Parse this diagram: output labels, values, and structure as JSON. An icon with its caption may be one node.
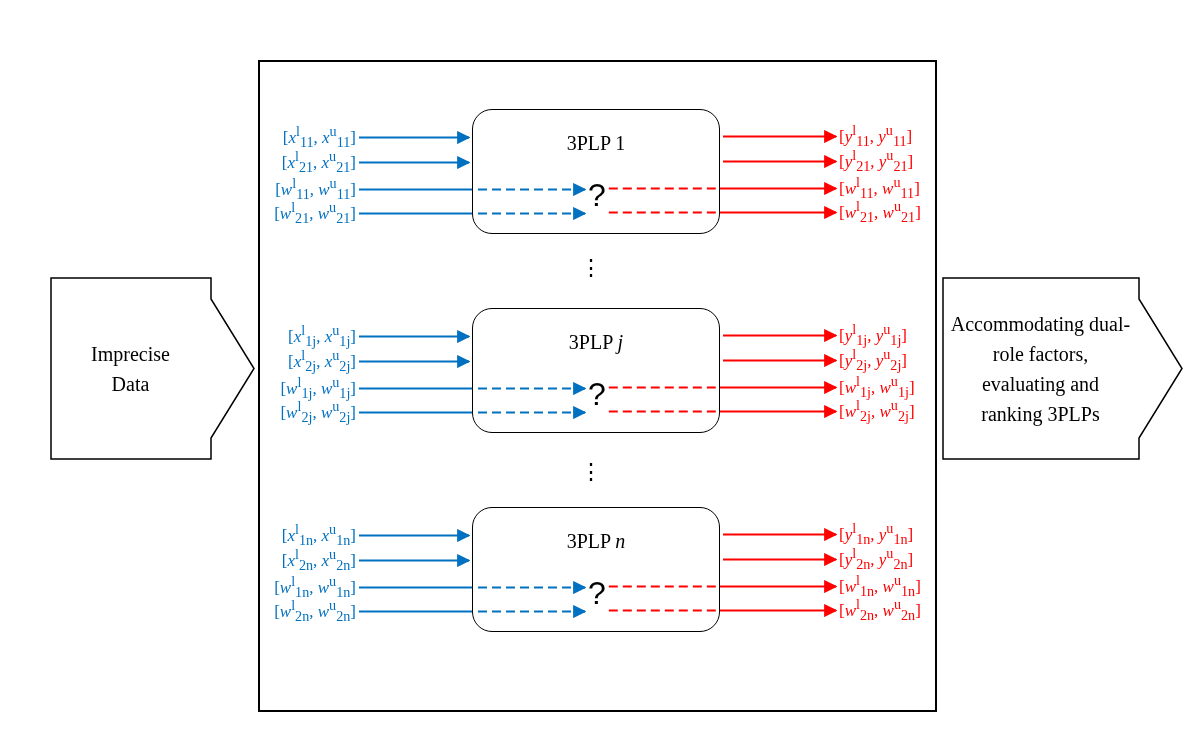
{
  "diagram": {
    "nodes": [
      {
        "text": [
          "Imprecise Data"
        ]
      },
      {
        "text": [],
        "shape": "box"
      },
      {
        "text": [
          "3PLP 1"
        ],
        "in": 1
      },
      {
        "text": [
          "?"
        ],
        "in": 2
      },
      {
        "text": [
          "[*x*$^{l}$$_{11}$, *x*$^{u}$$_{11}$]"
        ],
        "in": 1
      },
      {
        "text": [
          "[*x*$^{l}$$_{21}$, *x*$^{u}$$_{21}$]"
        ],
        "in": 1
      },
      {
        "text": [
          "[*w*$^{l}$$_{11}$, *w*$^{u}$$_{11}$]"
        ],
        "in": 1
      },
      {
        "text": [
          "[*w*$^{l}$$_{21}$, *w*$^{u}$$_{21}$]"
        ],
        "in": 1
      },
      {
        "text": [
          "[*y*$^{l}$$_{11}$, *y*$^{u}$$_{11}$]"
        ],
        "in": 1
      },
      {
        "text": [
          "[*y*$^{l}$$_{21}$, *y*$^{u}$$_{21}$]"
        ],
        "in": 1
      },
      {
        "text": [
          "[*w*$^{l}$$_{11}$, *w*$^{u}$$_{11}$]"
        ],
        "in": 1
      },
      {
        "text": [
          "[*w*$^{l}$$_{21}$, *w*$^{u}$$_{21}$]"
        ],
        "in": 1
      },
      {
        "text": [
          "3PLP *j*"
        ],
        "in": 1
      },
      {
        "text": [
          "?"
        ],
        "in": 12
      },
      {
        "text": [
          "[*x*$^{l}$$_{1j}$, *x*$^{u}$$_{1j}$]"
        ],
        "in": 1
      },
      {
        "text": [
          "[*x*$^{l}$$_{2j}$, *x*$^{u}$$_{2j}$]"
        ],
        "in": 1
      },
      {
        "text": [
          "[*w*$^{l}$$_{1j}$, *w*$^{u}$$_{1j}$]"
        ],
        "in": 1
      },
      {
        "text": [
          "[*w*$^{l}$$_{2j}$, *w*$^{u}$$_{2j}$]"
        ],
        "in": 1
      },
      {
        "text": [
          "[*y*$^{l}$$_{1j}$, *y*$^{u}$$_{1j}$]"
        ],
        "in": 1
      },
      {
        "text": [
          "[*y*$^{l}$$_{2j}$, *y*$^{u}$$_{2j}$]"
        ],
        "in": 1
      },
      {
        "text": [
          "[*w*$^{l}$$_{1j}$, *w*$^{u}$$_{1j}$]"
        ],
        "in": 1
      },
      {
        "text": [
          "[*w*$^{l}$$_{2j}$, *w*$^{u}$$_{2j}$]"
        ],
        "in": 1
      },
      {
        "text": [
          "3PLP *n*"
        ],
        "in": 1
      },
      {
        "text": [
          "?"
        ],
        "in": 22
      },
      {
        "text": [
          "[*x*$^{l}$$_{1n}$, *x*$^{u}$$_{1n}$]"
        ],
        "in": 1
      },
      {
        "text": [
          "[*x*$^{l}$$_{2n}$, *x*$^{u}$$_{2n}$]"
        ],
        "in": 1
      },
      {
        "text": [
          "[*w*$^{l}$$_{1n}$, *w*$^{u}$$_{1n}$]"
        ],
        "in": 1
      },
      {
        "text": [
          "[*w*$^{l}$$_{2n}$, *w*$^{u}$$_{2n}$]"
        ],
        "in": 1
      },
      {
        "text": [
          "[*y*$^{l}$$_{1n}$, *y*$^{u}$$_{1n}$]"
        ],
        "in": 1
      },
      {
        "text": [
          "[*y*$^{l}$$_{2n}$, *y*$^{u}$$_{2n}$]"
        ],
        "in": 1
      },
      {
        "text": [
          "[*w*$^{l}$$_{1n}$, *w*$^{u}$$_{1n}$]"
        ],
        "in": 1
      },
      {
        "text": [
          "[*w*$^{l}$$_{2n}$, *w*$^{u}$$_{2n}$]"
        ],
        "in": 1
      },
      {
        "text": [
          "Accommodating dual-role factors, evaluating and ranking 3PLPs"
        ]
      }
    ],
    "edges": [
      {
        "from": 4,
        "to": 2,
        "arrow": "to",
        "color": "#0070c0"
      },
      {
        "from": 5,
        "to": 2,
        "arrow": "to",
        "color": "#0070c0"
      },
      {
        "from": 6,
        "to": 3,
        "arrow": "to",
        "color": "#0070c0",
        "style": "dashed"
      },
      {
        "from": 7,
        "to": 3,
        "arrow": "to",
        "color": "#0070c0",
        "style": "dashed"
      },
      {
        "from": 2,
        "to": 8,
        "arrow": "to",
        "color": "#ff0000"
      },
      {
        "from": 2,
        "to": 9,
        "arrow": "to",
        "color": "#ff0000"
      },
      {
        "from": 3,
        "to": 10,
        "arrow": "to",
        "color": "#ff0000",
        "style": "dashed"
      },
      {
        "from": 3,
        "to": 11,
        "arrow": "to",
        "color": "#ff0000",
        "style": "dashed"
      },
      {
        "from": 14,
        "to": 12,
        "arrow": "to",
        "color": "#0070c0"
      },
      {
        "from": 15,
        "to": 12,
        "arrow": "to",
        "color": "#0070c0"
      },
      {
        "from": 16,
        "to": 13,
        "arrow": "to",
        "color": "#0070c0",
        "style": "dashed"
      },
      {
        "from": 17,
        "to": 13,
        "arrow": "to",
        "color": "#0070c0",
        "style": "dashed"
      },
      {
        "from": 12,
        "to": 18,
        "arrow": "to",
        "color": "#ff0000"
      },
      {
        "from": 12,
        "to": 19,
        "arrow": "to",
        "color": "#ff0000"
      },
      {
        "from": 13,
        "to": 20,
        "arrow": "to",
        "color": "#ff0000",
        "style": "dashed"
      },
      {
        "from": 13,
        "to": 21,
        "arrow": "to",
        "color": "#ff0000",
        "style": "dashed"
      },
      {
        "from": 24,
        "to": 22,
        "arrow": "to",
        "color": "#0070c0"
      },
      {
        "from": 25,
        "to": 22,
        "arrow": "to",
        "color": "#0070c0"
      },
      {
        "from": 26,
        "to": 23,
        "arrow": "to",
        "color": "#0070c0",
        "style": "dashed"
      },
      {
        "from": 27,
        "to": 23,
        "arrow": "to",
        "color": "#0070c0",
        "style": "dashed"
      },
      {
        "from": 22,
        "to": 28,
        "arrow": "to",
        "color": "#ff0000"
      },
      {
        "from": 22,
        "to": 29,
        "arrow": "to",
        "color": "#ff0000"
      },
      {
        "from": 23,
        "to": 30,
        "arrow": "to",
        "color": "#ff0000",
        "style": "dashed"
      },
      {
        "from": 23,
        "to": 31,
        "arrow": "to",
        "color": "#ff0000",
        "style": "dashed"
      }
    ],
    "labels": [
      "⋮",
      "⋮"
    ]
  }
}
